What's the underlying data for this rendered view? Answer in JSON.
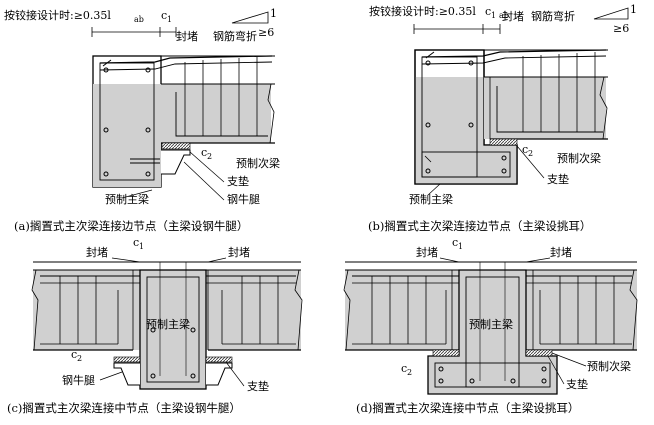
{
  "panels": {
    "a": {
      "dim_text": "按铰接设计时:≥0.35l",
      "dim_sub": "ab",
      "c1": "c",
      "c1_sub": "1",
      "slope_top": "1",
      "slope_bottom": "≥6",
      "label_seal": "封堵",
      "label_bent": "钢筋弯折",
      "label_secondary": "预制次梁",
      "label_bearing": "支垫",
      "label_corbel": "钢牛腿",
      "label_main": "预制主梁",
      "c2": "c",
      "c2_sub": "2",
      "caption": "(a)搁置式主次梁连接边节点（主梁设钢牛腿）"
    },
    "b": {
      "dim_text": "按铰接设计时:≥0.35l",
      "dim_sub": "ab",
      "c1": "c",
      "c1_sub": "1",
      "slope_top": "1",
      "slope_bottom": "≥6",
      "label_seal": "封堵",
      "label_bent": "钢筋弯折",
      "label_secondary": "预制次梁",
      "label_bearing": "支垫",
      "label_main": "预制主梁",
      "c2": "c",
      "c2_sub": "2",
      "caption": "(b)搁置式主次梁连接边节点（主梁设挑耳）"
    },
    "c": {
      "label_seal_left": "封堵",
      "label_seal_right": "封堵",
      "c1": "c",
      "c1_sub": "1",
      "c2": "c",
      "c2_sub": "2",
      "label_main": "预制主梁",
      "label_corbel": "钢牛腿",
      "label_bearing": "支垫",
      "caption": "(c)搁置式主次梁连接中节点（主梁设钢牛腿）"
    },
    "d": {
      "label_seal_left": "封堵",
      "label_seal_right": "封堵",
      "c1": "c",
      "c1_sub": "1",
      "c2": "c",
      "c2_sub": "2",
      "label_main": "预制主梁",
      "label_secondary": "预制次梁",
      "label_bearing": "支垫",
      "caption": "(d)搁置式主次梁连接中节点（主梁设挑耳）"
    }
  },
  "colors": {
    "concrete": "#d0d0d0",
    "line": "#000000",
    "bearing_hatch": "#555555"
  }
}
